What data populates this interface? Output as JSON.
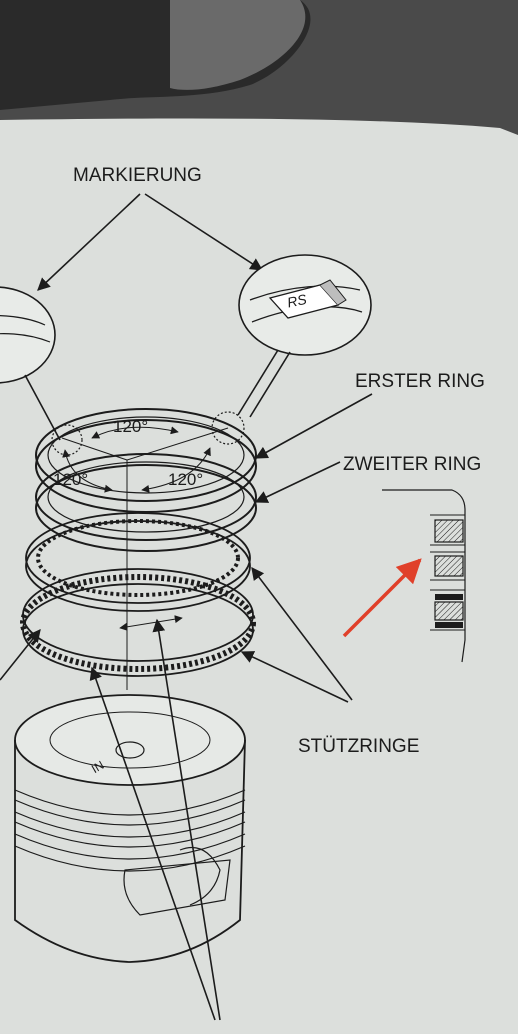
{
  "labels": {
    "markierung": "MARKIERUNG",
    "ring_mark": "RS",
    "erster_ring": "ERSTER RING",
    "zweiter_ring": "ZWEITER RING",
    "stuetzringe": "STÜTZRINGE",
    "angle_top": "120°",
    "angle_left": "120°",
    "angle_right": "120°",
    "piston_mark": "IN"
  },
  "colors": {
    "paper": "#dcdfdc",
    "ink": "#1c1c1c",
    "annotation_arrow": "#e0402a",
    "background_dark": "#4a4a4a"
  }
}
